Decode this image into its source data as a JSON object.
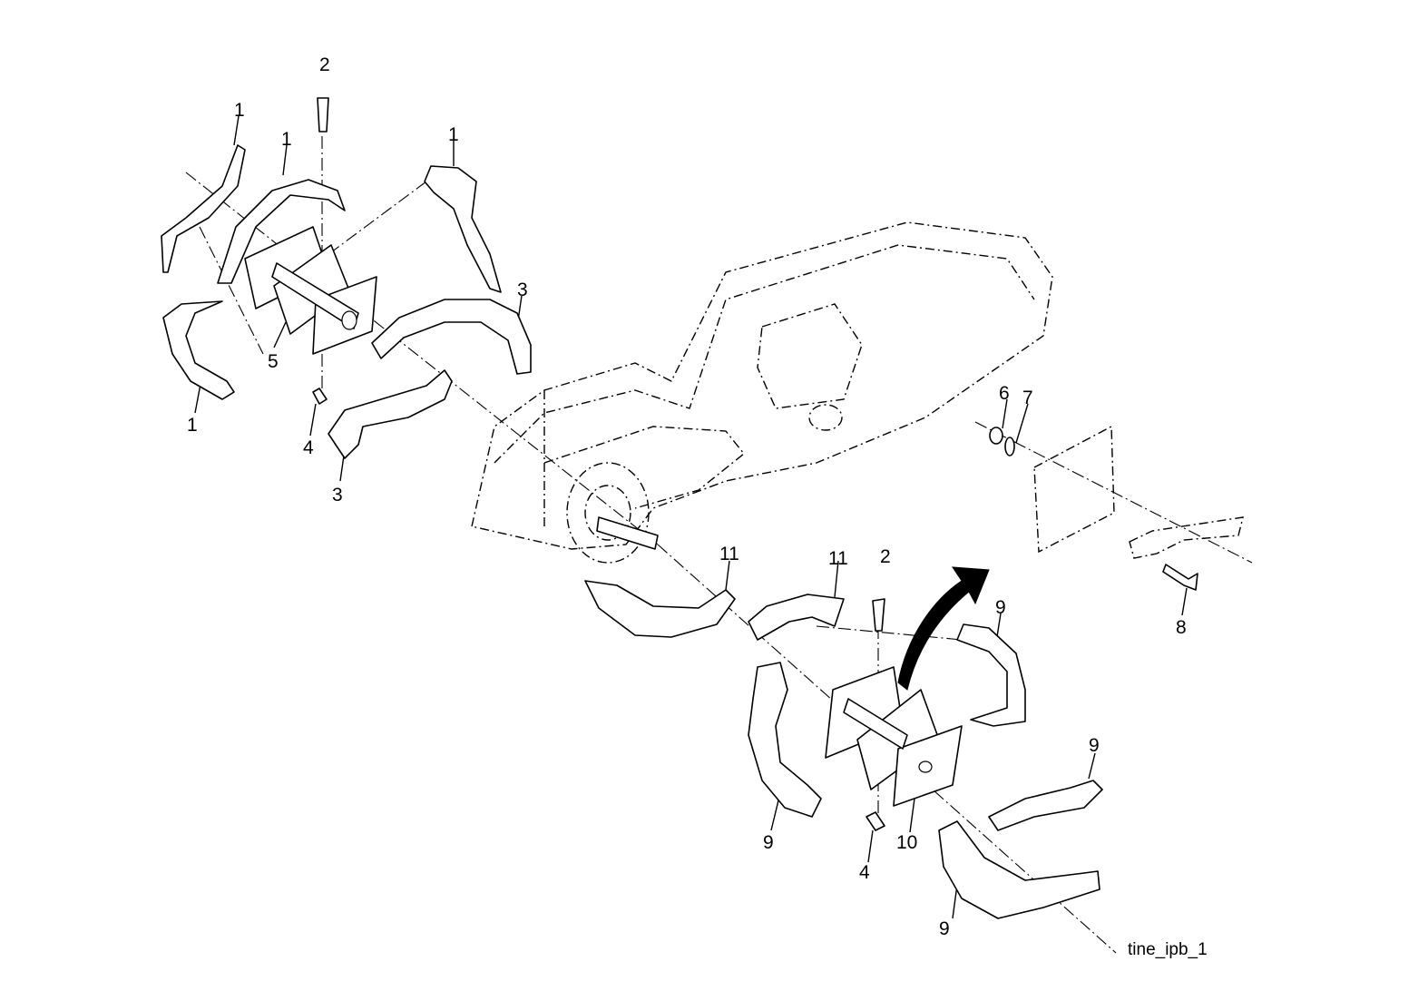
{
  "figure": {
    "caption": "tine_ipb_1",
    "callouts": {
      "c1a": "1",
      "c1b": "1",
      "c1c": "1",
      "c1d": "1",
      "c2a": "2",
      "c2b": "2",
      "c3a": "3",
      "c3b": "3",
      "c4a": "4",
      "c4b": "4",
      "c5": "5",
      "c6": "6",
      "c7": "7",
      "c8": "8",
      "c9a": "9",
      "c9b": "9",
      "c9c": "9",
      "c9d": "9",
      "c10": "10",
      "c11a": "11",
      "c11b": "11"
    }
  }
}
